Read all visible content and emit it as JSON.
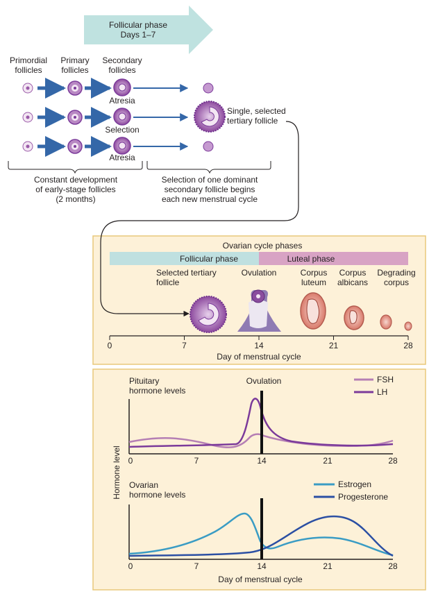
{
  "top": {
    "phase_arrow": {
      "line1": "Follicular phase",
      "line2": "Days 1–7"
    },
    "stage_labels": {
      "primordial": [
        "Primordial",
        "follicles"
      ],
      "primary": [
        "Primary",
        "follicles"
      ],
      "secondary": [
        "Secondary",
        "follicles"
      ]
    },
    "row_labels": {
      "atresia_1": "Atresia",
      "selection": "Selection",
      "atresia_2": "Atresia"
    },
    "selected_label": [
      "Single, selected",
      "tertiary follicle"
    ],
    "brace_left_text": [
      "Constant development",
      "of early-stage follicles",
      "(2 months)"
    ],
    "brace_right_text": [
      "Selection of one dominant",
      "secondary follicle begins",
      "each new menstrual cycle"
    ]
  },
  "ovarian_panel": {
    "title": "Ovarian cycle phases",
    "follicular_label": "Follicular phase",
    "luteal_label": "Luteal phase",
    "stages": {
      "selected_tertiary": [
        "Selected tertiary",
        "follicle"
      ],
      "ovulation": "Ovulation",
      "corpus_luteum": [
        "Corpus",
        "luteum"
      ],
      "corpus_albicans": [
        "Corpus",
        "albicans"
      ],
      "degrading": [
        "Degrading",
        "corpus"
      ]
    },
    "axis_ticks": [
      "0",
      "7",
      "14",
      "21",
      "28"
    ],
    "axis_label": "Day of menstrual cycle"
  },
  "hormone_panel": {
    "y_label": "Hormone level",
    "ovulation_label": "Ovulation",
    "pituitary": {
      "title": [
        "Pituitary",
        "hormone levels"
      ],
      "legend": [
        {
          "name": "FSH",
          "color": "#b57fb4"
        },
        {
          "name": "LH",
          "color": "#7b3a9a"
        }
      ],
      "ticks": [
        "0",
        "7",
        "14",
        "21",
        "28"
      ]
    },
    "ovarian": {
      "title": [
        "Ovarian",
        "hormone levels"
      ],
      "legend": [
        {
          "name": "Estrogen",
          "color": "#3a9cc4"
        },
        {
          "name": "Progesterone",
          "color": "#2b4fa3"
        }
      ],
      "ticks": [
        "0",
        "7",
        "14",
        "21",
        "28"
      ]
    },
    "axis_label": "Day of menstrual cycle"
  },
  "colors": {
    "arrow_blue": "#3467a8",
    "phase_arrow_fill": "#bfe2e0",
    "follicular_bar": "#bfe0e0",
    "luteal_bar": "#d8a3c4",
    "panel_fill": "#fdf1d8",
    "panel_border": "#e8c87a"
  }
}
